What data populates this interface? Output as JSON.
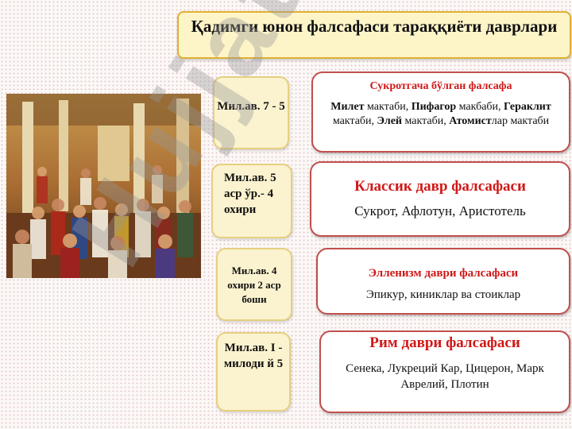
{
  "title": "Қадимги юнон фалсафаси тараққиёти даврлари",
  "periods": [
    {
      "date": "Мил.ав. 7 - 5",
      "heading": "Сукротгача бўлган фалсафа",
      "body": [
        {
          "t": "Милет",
          "b": true
        },
        {
          "t": " мактаби, ",
          "b": false
        },
        {
          "t": "Пифагор",
          "b": true
        },
        {
          "t": " макбаби, ",
          "b": false
        },
        {
          "t": "Гераклит",
          "b": true
        },
        {
          "t": " мактаби,  ",
          "b": false
        },
        {
          "t": "Элей",
          "b": true
        },
        {
          "t": " мактаби, ",
          "b": false
        },
        {
          "t": "Атомист",
          "b": true
        },
        {
          "t": "лар мактаби",
          "b": false
        }
      ]
    },
    {
      "date": "Мил.ав. 5 аср ўр.- 4 охири",
      "heading": "Классик давр фалсафаси",
      "text": "Сукрот, Афлотун, Аристотель"
    },
    {
      "date": "Мил.ав. 4 охири 2 аср боши",
      "heading": "Элленизм даври фалсафаси",
      "text": "Эпикур, киниклар ва стоиклар"
    },
    {
      "date": "Мил.ав. I - милоди й 5",
      "heading": "Рим даври фалсафаси",
      "text": "Сенека, Лукреций Кар, Цицерон, Марк Аврелий, Плотин"
    }
  ],
  "watermark": "Hujjat.uz"
}
